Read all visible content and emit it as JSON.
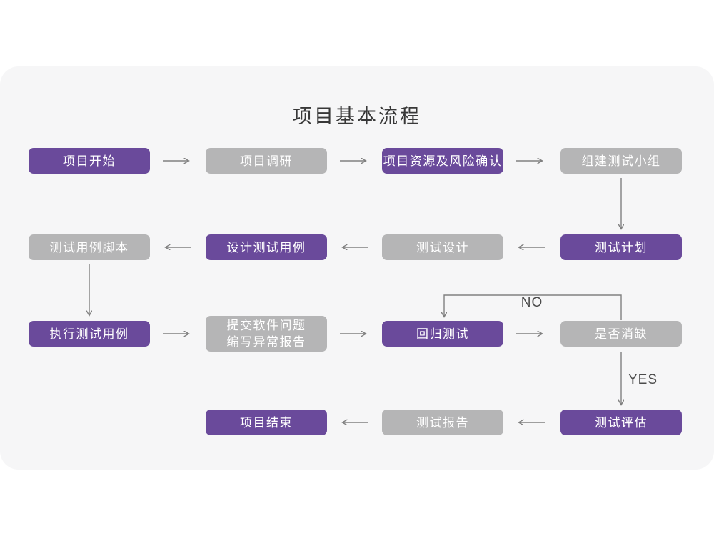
{
  "page": {
    "title": "项目基本流程"
  },
  "colors": {
    "node_active_purple": "#6A4A9B",
    "node_inactive_gray": "#B5B5B6",
    "card_background": "#F6F6F7",
    "page_background": "#FFFFFF",
    "arrow_stroke": "#808080",
    "title_text": "#383838",
    "node_text": "#FFFFFF"
  },
  "nodes": {
    "project_start": {
      "label": "项目开始"
    },
    "project_research": {
      "label": "项目调研"
    },
    "resources_risk": {
      "label": "项目资源及风险确认"
    },
    "build_test_team": {
      "label": "组建测试小组"
    },
    "test_case_script": {
      "label": "测试用例脚本"
    },
    "design_test_cases": {
      "label": "设计测试用例"
    },
    "test_design": {
      "label": "测试设计"
    },
    "test_plan": {
      "label": "测试计划"
    },
    "execute_test_cases": {
      "label": "执行测试用例"
    },
    "submit_issue_report": {
      "label": "提交软件问题\n编写异常报告"
    },
    "regression_test": {
      "label": "回归测试"
    },
    "defect_cleared": {
      "label": "是否消缺"
    },
    "project_end": {
      "label": "项目结束"
    },
    "test_report": {
      "label": "测试报告"
    },
    "test_evaluation": {
      "label": "测试评估"
    }
  },
  "edge_labels": {
    "no": "NO",
    "yes": "YES"
  }
}
